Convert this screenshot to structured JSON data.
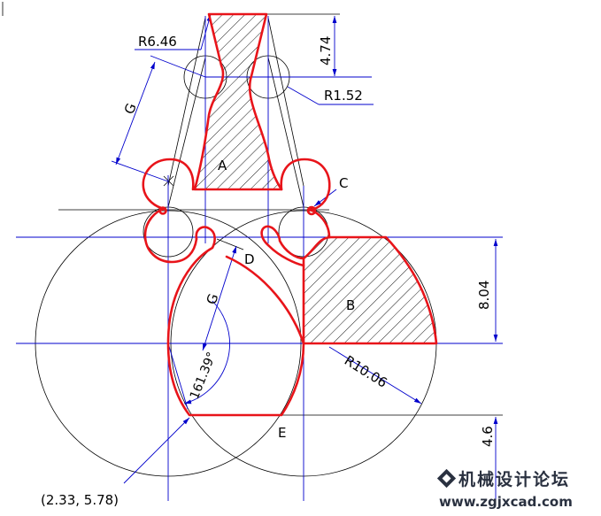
{
  "labels": {
    "region_a": "A",
    "region_b": "B",
    "point_c": "C",
    "point_d": "D",
    "point_e": "E",
    "dim_g_top": "G",
    "dim_g_mid": "G",
    "radius_top": "R6.46",
    "radius_small": "R1.52",
    "radius_large": "R10.06",
    "dim_height_top": "4.74",
    "dim_height_right": "8.04",
    "dim_height_bottom": "4.6",
    "angle": "161.39°",
    "coordinate": "(2.33, 5.78)"
  },
  "watermark": {
    "cn_text": "机械设计论坛",
    "url": "www.zgjxcad.com"
  },
  "colors": {
    "outline": "#e8141a",
    "dimension": "#0000cc",
    "construction": "#000000",
    "hatch": "#000000"
  }
}
